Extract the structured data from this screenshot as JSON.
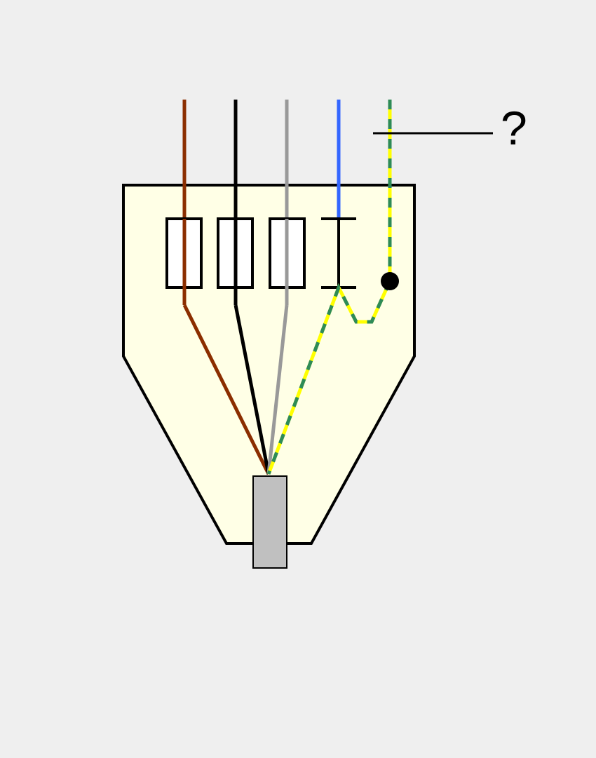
{
  "callout": {
    "label": "?"
  },
  "colors": {
    "background": "#efefef",
    "housing_fill": "#ffffe6",
    "outline": "#000000",
    "fuse_fill": "#ffffff",
    "cable_sheath": "#c0c0c0",
    "wire_brown": "#8b2e00",
    "wire_black": "#000000",
    "wire_grey": "#999999",
    "wire_blue": "#3366ff",
    "earth_green": "#2e8b57",
    "earth_yellow": "#ffff00"
  },
  "wires": [
    {
      "id": "brown",
      "color_key": "wire_brown"
    },
    {
      "id": "black",
      "color_key": "wire_black"
    },
    {
      "id": "grey",
      "color_key": "wire_grey"
    },
    {
      "id": "blue",
      "color_key": "wire_blue"
    },
    {
      "id": "earth",
      "color_key": "earth_green",
      "stripe_key": "earth_yellow"
    }
  ],
  "icons": {
    "fuse": "fuse-icon",
    "neutral_terminal": "neutral-terminal-icon",
    "earth_terminal": "earth-terminal-dot-icon"
  }
}
